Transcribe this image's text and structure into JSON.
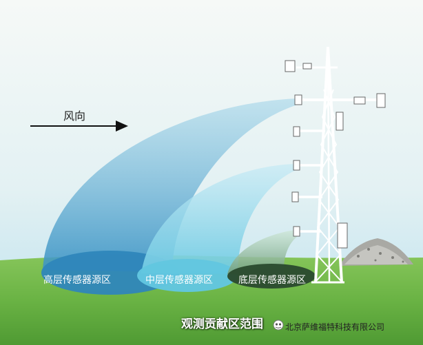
{
  "diagram": {
    "wind_direction_label": "风向",
    "zones": [
      {
        "label": "高层传感器源区"
      },
      {
        "label": "中层传感器源区"
      },
      {
        "label": "底层传感器源区"
      }
    ],
    "caption": "观测贡献区范围",
    "company": "北京萨维福特科技有限公司",
    "colors": {
      "sky_top": "#f3f7f6",
      "sky_bottom": "#bfe3f0",
      "grass": "#6fb74a",
      "high_zone": "#3a8fbf",
      "mid_zone": "#5fc1dd",
      "low_zone": "#2e4f33",
      "tower": "#ffffff"
    },
    "icons": [
      "wind-arrow-icon",
      "met-tower-icon",
      "gravel-pile-icon",
      "company-logo-icon"
    ]
  }
}
